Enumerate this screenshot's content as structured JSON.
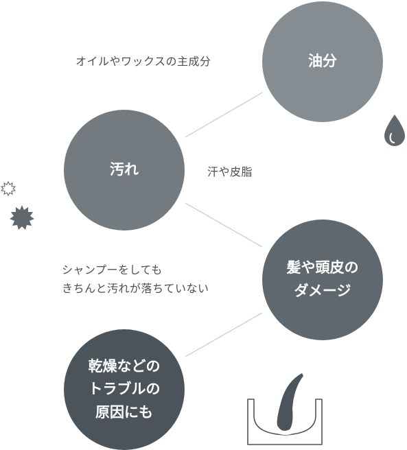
{
  "nodes": {
    "oil": "油分",
    "dirt": "汚れ",
    "damage": "髪や頭皮の\nダメージ",
    "cause": "乾燥などの\nトラブルの\n原因にも"
  },
  "labels": {
    "oil_source": "オイルやワックスの主成分",
    "sweat": "汗や皮脂",
    "wash": "シャンプーをしても\nきちんと汚れが落ちていない"
  },
  "icons": {
    "drop": "water-drop-icon",
    "sparkles": "sparkle-icon",
    "hair": "hair-follicle-icon"
  }
}
